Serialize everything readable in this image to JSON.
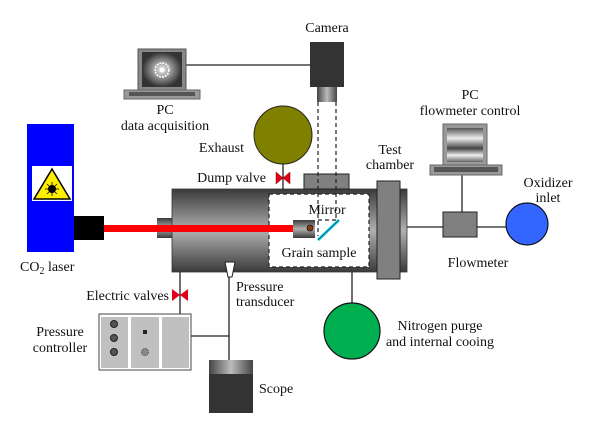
{
  "labels": {
    "camera": "Camera",
    "pc_daq_1": "PC",
    "pc_daq_2": "data acquisition",
    "pc_flow_1": "PC",
    "pc_flow_2": "flowmeter control",
    "exhaust": "Exhaust",
    "dump_valve": "Dump valve",
    "test_chamber_1": "Test",
    "test_chamber_2": "chamber",
    "oxidizer_1": "Oxidizer",
    "oxidizer_2": "inlet",
    "mirror": "Mirror",
    "grain_sample": "Grain sample",
    "flowmeter": "Flowmeter",
    "co2_laser_a": "CO",
    "co2_laser_sub": "2",
    "co2_laser_b": " laser",
    "electric_valves": "Electric valves",
    "pressure_transducer_1": "Pressure",
    "pressure_transducer_2": "transducer",
    "pressure_controller_1": "Pressure",
    "pressure_controller_2": "controller",
    "nitrogen_1": "Nitrogen purge",
    "nitrogen_2": "and internal cooing",
    "scope": "Scope"
  },
  "colors": {
    "laser_body": "#0000ff",
    "laser_beam": "#ff0000",
    "valve": "#e0001a",
    "exhaust": "#808000",
    "oxidizer": "#3366ff",
    "nitrogen": "#00b050",
    "mirror": "#22ddee"
  }
}
